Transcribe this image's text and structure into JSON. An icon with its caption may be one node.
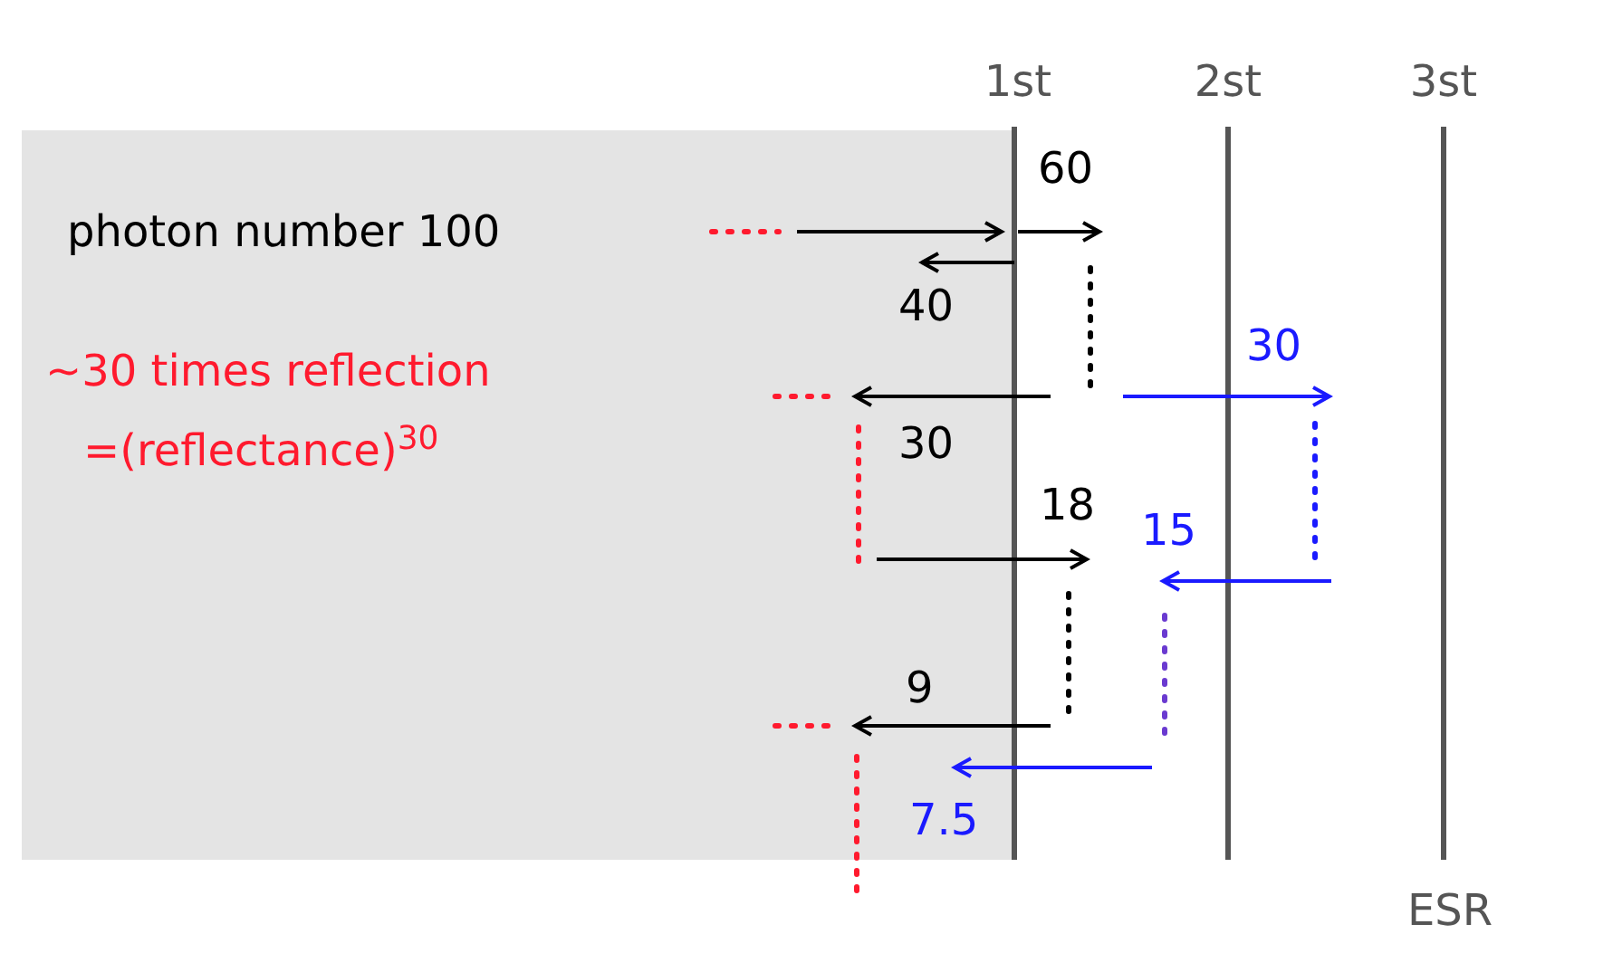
{
  "diagram": {
    "labels": [
      "1st",
      "2st",
      "3st",
      "60",
      "photon number 100",
      "40",
      "~30 times reflection",
      "30",
      "=(reflectance)$^{30}$",
      "30",
      "18",
      "15",
      "9",
      "7.5",
      "ESR"
    ]
  }
}
